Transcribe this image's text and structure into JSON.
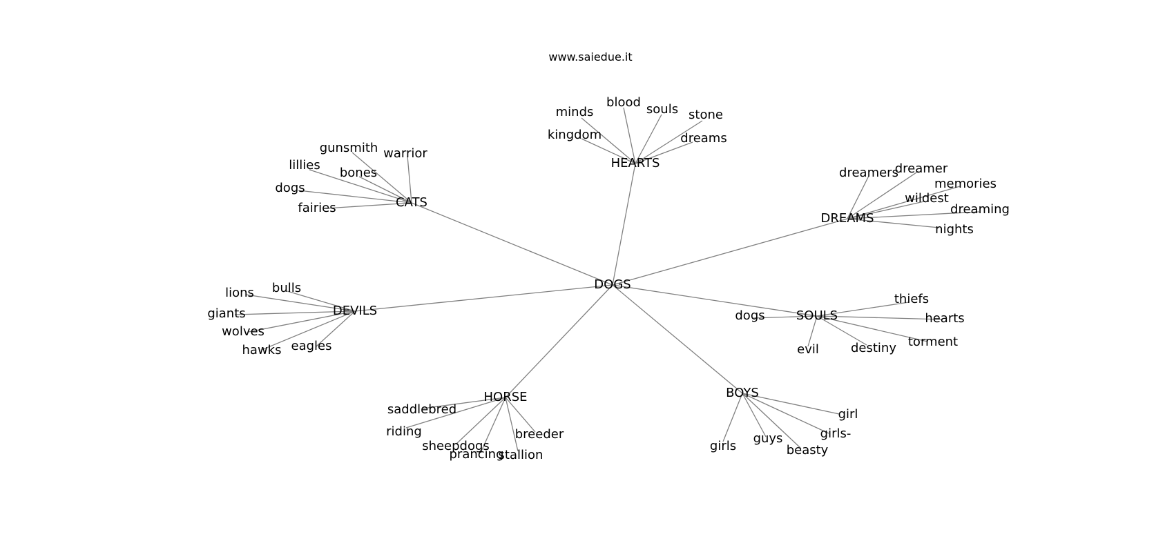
{
  "title": "www.saiedue.it",
  "edge_color": "#808080",
  "graph": {
    "root": "DOGS",
    "hubs": [
      {
        "label": "HEARTS",
        "leaves": [
          "minds",
          "blood",
          "souls",
          "stone",
          "kingdom",
          "dreams"
        ]
      },
      {
        "label": "CATS",
        "leaves": [
          "gunsmith",
          "warrior",
          "lillies",
          "bones",
          "dogs",
          "fairies"
        ]
      },
      {
        "label": "DREAMS",
        "leaves": [
          "dreamers",
          "dreamer",
          "memories",
          "wildest",
          "dreaming",
          "nights"
        ]
      },
      {
        "label": "DEVILS",
        "leaves": [
          "lions",
          "bulls",
          "giants",
          "wolves",
          "hawks",
          "eagles"
        ]
      },
      {
        "label": "SOULS",
        "leaves": [
          "thiefs",
          "dogs",
          "hearts",
          "torment",
          "evil",
          "destiny"
        ]
      },
      {
        "label": "HORSE",
        "leaves": [
          "saddlebred",
          "riding",
          "breeder",
          "sheepdogs",
          "prancing",
          "stallion"
        ]
      },
      {
        "label": "BOYS",
        "leaves": [
          "girl",
          "girls-",
          "guys",
          "beasty",
          "girls"
        ]
      }
    ]
  }
}
